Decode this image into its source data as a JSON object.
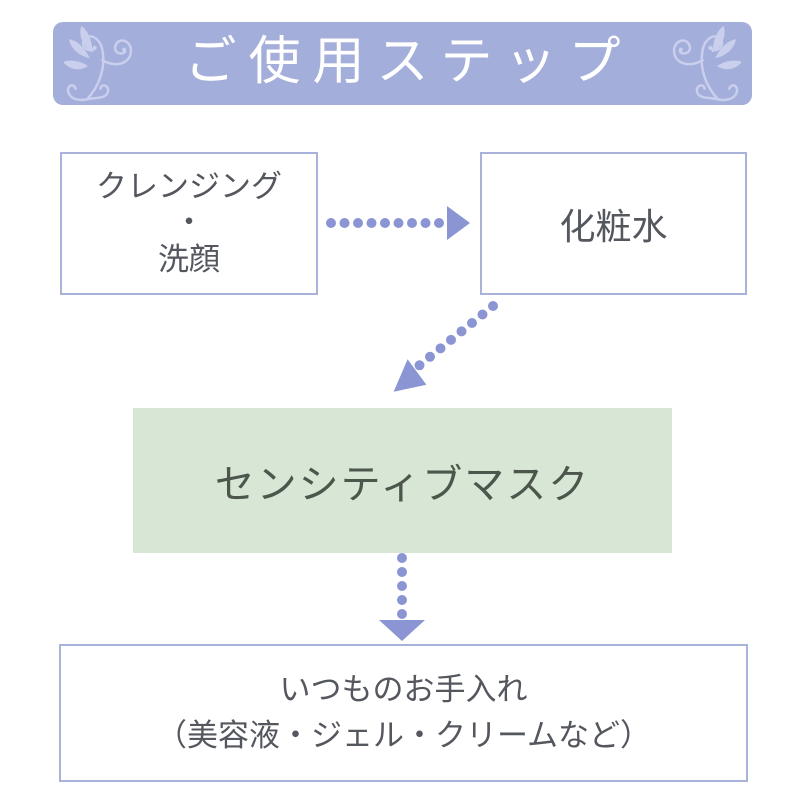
{
  "header": {
    "title": "ご使用ステップ",
    "bg_color": "#a4aeda",
    "flourish_color": "#c9cfec",
    "text_color": "#ffffff"
  },
  "flow": {
    "border_color": "#a9b2da",
    "arrow_color": "#8b95d3",
    "text_color": "#54575e",
    "cleansing": {
      "line1": "クレンジング",
      "line2": "・",
      "line3": "洗顔"
    },
    "lotion": {
      "label": "化粧水"
    },
    "mask": {
      "label": "センシティブマスク",
      "bg_color": "#d8e7d5",
      "text_color": "#4d564d"
    },
    "usual_care": {
      "line1": "いつものお手入れ",
      "line2": "（美容液・ジェル・クリームなど）"
    }
  }
}
